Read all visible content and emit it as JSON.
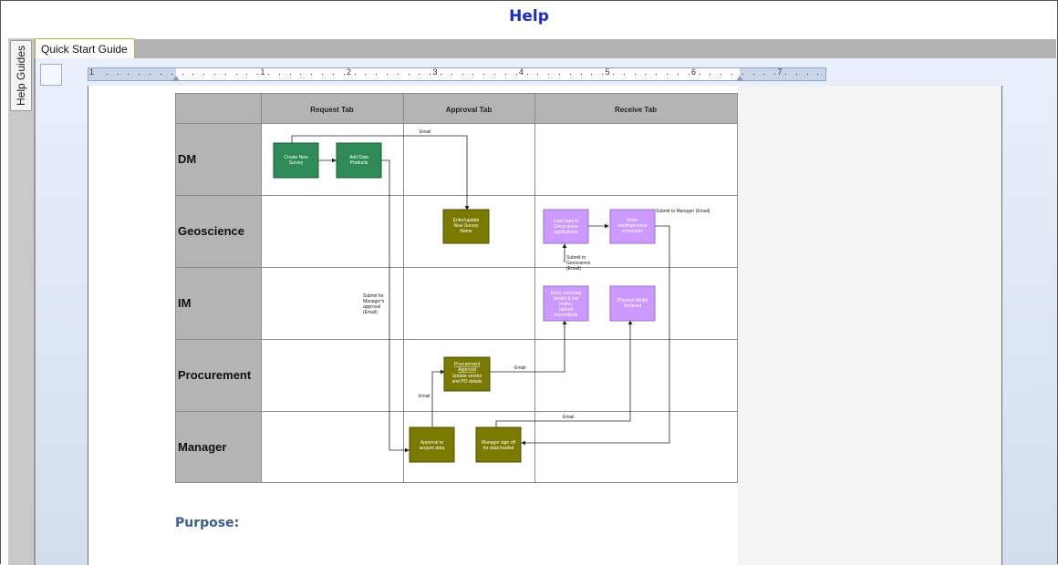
{
  "window": {
    "title": "Help"
  },
  "sidebar": {
    "tab_label": "Help Guides"
  },
  "tabs": [
    {
      "label": "Quick Start Guide",
      "active": true
    }
  ],
  "ruler": {
    "numbers": [
      "1",
      "1",
      "2",
      "3",
      "4",
      "5",
      "6",
      "7"
    ]
  },
  "diagram": {
    "columns": [
      "Request Tab",
      "Approval Tab",
      "Receive Tab"
    ],
    "lanes": [
      "DM",
      "Geoscience",
      "IM",
      "Procurement",
      "Manager"
    ],
    "boxes": {
      "create_survey": [
        "Create New",
        "Survey"
      ],
      "add_products": [
        "Add Data",
        "Products"
      ],
      "enter_name": [
        "Enter/update",
        "New Survey",
        "Name"
      ],
      "load_apps": [
        "Load data in",
        "Geoscience",
        "applications"
      ],
      "enter_loading": [
        "Enter",
        "loading/review",
        "comments"
      ],
      "enter_receiving": [
        "Enter receiving",
        "details & bar",
        "codes.",
        "Upload",
        "transmittals"
      ],
      "physical_media": [
        "Physical Media",
        "Archived"
      ],
      "procurement_approval": [
        "Procurement",
        "Approval",
        "Update vendor",
        "and PO details"
      ],
      "approval_acquire": [
        "Approval to",
        "acquire data"
      ],
      "manager_signs": [
        "Manager sign off",
        "for data loaded"
      ]
    },
    "annotations": {
      "email_top": "Email",
      "submit_manager_email": "Submit to Manager (Email)",
      "submit_geoscience": [
        "Submit to",
        "Geoscience",
        "(Email)"
      ],
      "submit_for_approval": [
        "Submit for",
        "Manager's",
        "approval",
        "(Email)"
      ],
      "email_procurement": "Email",
      "email_manager_up": "Email",
      "email_bottom": "Email"
    }
  },
  "document": {
    "heading": "Purpose:"
  },
  "colors": {
    "title": "#1a2ccc",
    "heading": "#3b5e8a",
    "dm_box": "#2e8b57",
    "olive_box": "#7a7a00",
    "purple_box": "#cc99ff",
    "lane_header": "#b4b4b4"
  }
}
